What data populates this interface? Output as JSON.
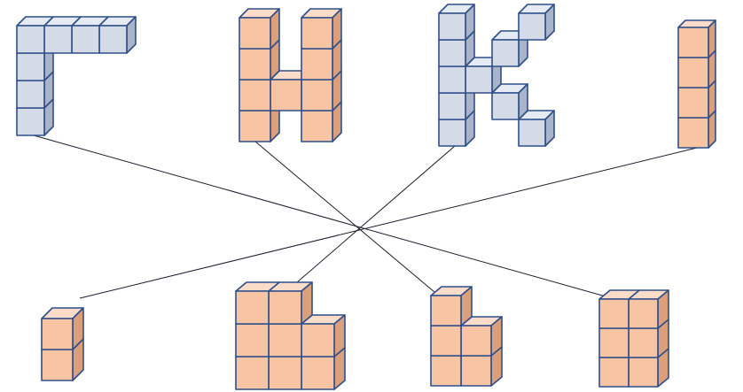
{
  "colors": {
    "blue_front": "#d5dbe6",
    "blue_top": "#e6eaf2",
    "blue_side": "#a9b4c8",
    "orange_front": "#f7c5a4",
    "orange_top": "#fbdcc8",
    "orange_side": "#dc9f7c",
    "edge": "#2f4f8a",
    "line": "#1b1b2e",
    "background": "#ffffff"
  },
  "figures": [
    {
      "name": "shape-letter-l-blue",
      "color": "blue"
    },
    {
      "name": "shape-letter-h-orange",
      "color": "orange"
    },
    {
      "name": "shape-letter-k-blue",
      "color": "blue"
    },
    {
      "name": "shape-bar-orange",
      "color": "orange"
    },
    {
      "name": "shape-tower-orange",
      "color": "orange"
    },
    {
      "name": "shape-block-orange",
      "color": "orange"
    },
    {
      "name": "shape-step-orange",
      "color": "orange"
    },
    {
      "name": "shape-cube-notched-orange",
      "color": "orange"
    }
  ],
  "connections": [
    {
      "from": "shape-letter-l-blue",
      "to": "shape-cube-notched-orange"
    },
    {
      "from": "shape-letter-h-orange",
      "to": "shape-step-orange"
    },
    {
      "from": "shape-letter-k-blue",
      "to": "shape-block-orange"
    },
    {
      "from": "shape-bar-orange",
      "to": "shape-tower-orange"
    }
  ]
}
